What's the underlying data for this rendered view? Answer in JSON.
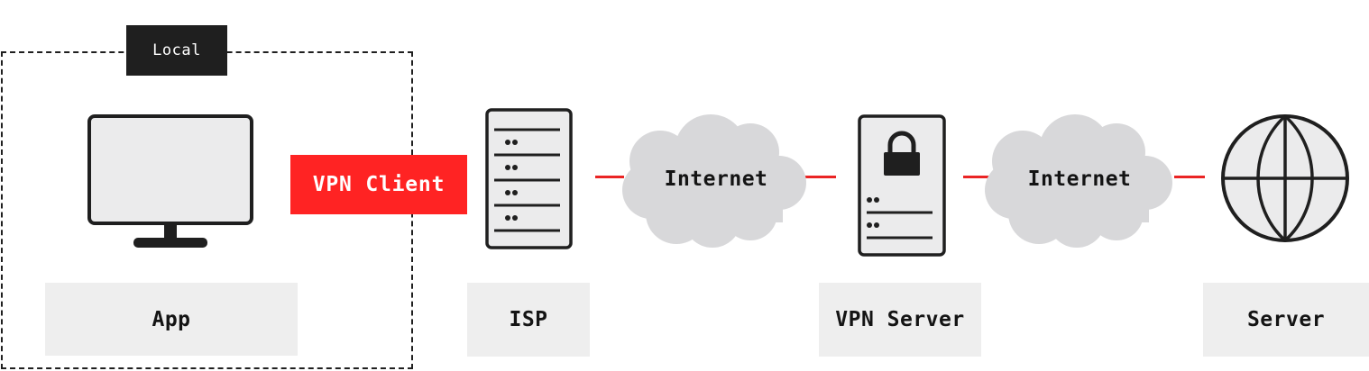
{
  "groups": {
    "local_label": "Local"
  },
  "tunnel": {
    "label": "VPN Client",
    "color": "#ff2323"
  },
  "nodes": {
    "app": {
      "label": "App",
      "icon": "monitor-icon"
    },
    "isp": {
      "label": "ISP",
      "icon": "server-rack-icon"
    },
    "vpn_server": {
      "label": "VPN Server",
      "icon": "locked-server-icon"
    },
    "server": {
      "label": "Server",
      "icon": "globe-icon"
    }
  },
  "networks": [
    {
      "label": "Internet",
      "icon": "cloud-icon"
    },
    {
      "label": "Internet",
      "icon": "cloud-icon"
    }
  ],
  "colors": {
    "connector": "#ea2424",
    "icon_fill": "#ebebec",
    "icon_stroke": "#1f1f1f",
    "label_bg": "#eeeeee"
  }
}
